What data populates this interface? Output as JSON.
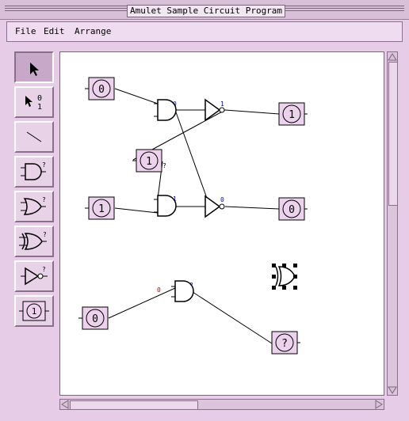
{
  "window": {
    "title": "Amulet Sample Circuit Program"
  },
  "menubar": {
    "items": [
      "File",
      "Edit",
      "Arrange"
    ]
  },
  "tools": [
    {
      "name": "select-tool",
      "label": ""
    },
    {
      "name": "toggle-value-tool",
      "label": "0|1"
    },
    {
      "name": "wire-tool",
      "label": ""
    },
    {
      "name": "and-gate-tool",
      "label": "?"
    },
    {
      "name": "or-gate-tool",
      "label": "?"
    },
    {
      "name": "xor-gate-tool",
      "label": "?"
    },
    {
      "name": "not-gate-tool",
      "label": "?"
    },
    {
      "name": "switch-tool",
      "label": "1"
    }
  ],
  "circuit": {
    "switches": [
      {
        "id": "sw1",
        "value": "0"
      },
      {
        "id": "sw2",
        "value": "1"
      },
      {
        "id": "sw3",
        "value": "1"
      },
      {
        "id": "sw4",
        "value": "0"
      }
    ],
    "outputs": [
      {
        "id": "out1",
        "value": "1"
      },
      {
        "id": "out2",
        "value": "0"
      },
      {
        "id": "out3",
        "value": "?"
      }
    ],
    "gate_values": {
      "and1": "0",
      "not1": "1",
      "and2": "1",
      "not2": "0",
      "and3": "?",
      "and3_in": "0",
      "sw2_out": "?"
    },
    "colors": {
      "value_blue": "#0000cc",
      "value_red": "#cc0000",
      "box_fill": "#ecd2ec"
    }
  }
}
